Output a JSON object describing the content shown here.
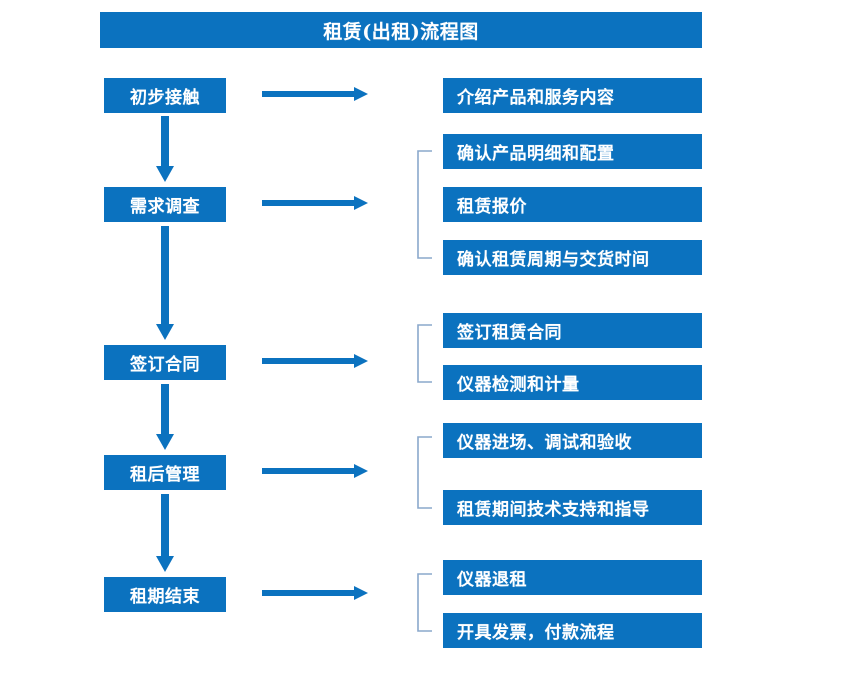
{
  "title": {
    "text": "租赁(出租)流程图"
  },
  "colors": {
    "box_blue": "#0b72bf",
    "arrow_blue": "#0b72bf",
    "bracket_gray_blue": "#8aa8cc",
    "text_white": "#ffffff",
    "background": "#ffffff"
  },
  "stages": [
    {
      "id": "stage-1",
      "label": "初步接触"
    },
    {
      "id": "stage-2",
      "label": "需求调查"
    },
    {
      "id": "stage-3",
      "label": "签订合同"
    },
    {
      "id": "stage-4",
      "label": "租后管理"
    },
    {
      "id": "stage-5",
      "label": "租期结束"
    }
  ],
  "details": [
    {
      "id": "detail-1",
      "label": "介绍产品和服务内容",
      "group": 1,
      "bracketed": false
    },
    {
      "id": "detail-2",
      "label": "确认产品明细和配置",
      "group": 2,
      "bracketed": true
    },
    {
      "id": "detail-3",
      "label": "租赁报价",
      "group": 2,
      "bracketed": true
    },
    {
      "id": "detail-4",
      "label": "确认租赁周期与交货时间",
      "group": 2,
      "bracketed": true
    },
    {
      "id": "detail-5",
      "label": "签订租赁合同",
      "group": 3,
      "bracketed": true
    },
    {
      "id": "detail-6",
      "label": "仪器检测和计量",
      "group": 3,
      "bracketed": true
    },
    {
      "id": "detail-7",
      "label": "仪器进场、调试和验收",
      "group": 4,
      "bracketed": true
    },
    {
      "id": "detail-8",
      "label": "租赁期间技术支持和指导",
      "group": 4,
      "bracketed": true
    },
    {
      "id": "detail-9",
      "label": "仪器退租",
      "group": 5,
      "bracketed": true
    },
    {
      "id": "detail-10",
      "label": "开具发票，付款流程",
      "group": 5,
      "bracketed": true
    }
  ],
  "connectors": {
    "vertical_arrows": 4,
    "horizontal_arrows": 5,
    "brackets": 4
  },
  "chart_data": {
    "type": "diagram",
    "title": "租赁(出租)流程图",
    "flow": [
      {
        "stage": "初步接触",
        "outputs": [
          "介绍产品和服务内容"
        ]
      },
      {
        "stage": "需求调查",
        "outputs": [
          "确认产品明细和配置",
          "租赁报价",
          "确认租赁周期与交货时间"
        ]
      },
      {
        "stage": "签订合同",
        "outputs": [
          "签订租赁合同",
          "仪器检测和计量"
        ]
      },
      {
        "stage": "租后管理",
        "outputs": [
          "仪器进场、调试和验收",
          "租赁期间技术支持和指导"
        ]
      },
      {
        "stage": "租期结束",
        "outputs": [
          "仪器退租",
          "开具发票，付款流程"
        ]
      }
    ]
  }
}
